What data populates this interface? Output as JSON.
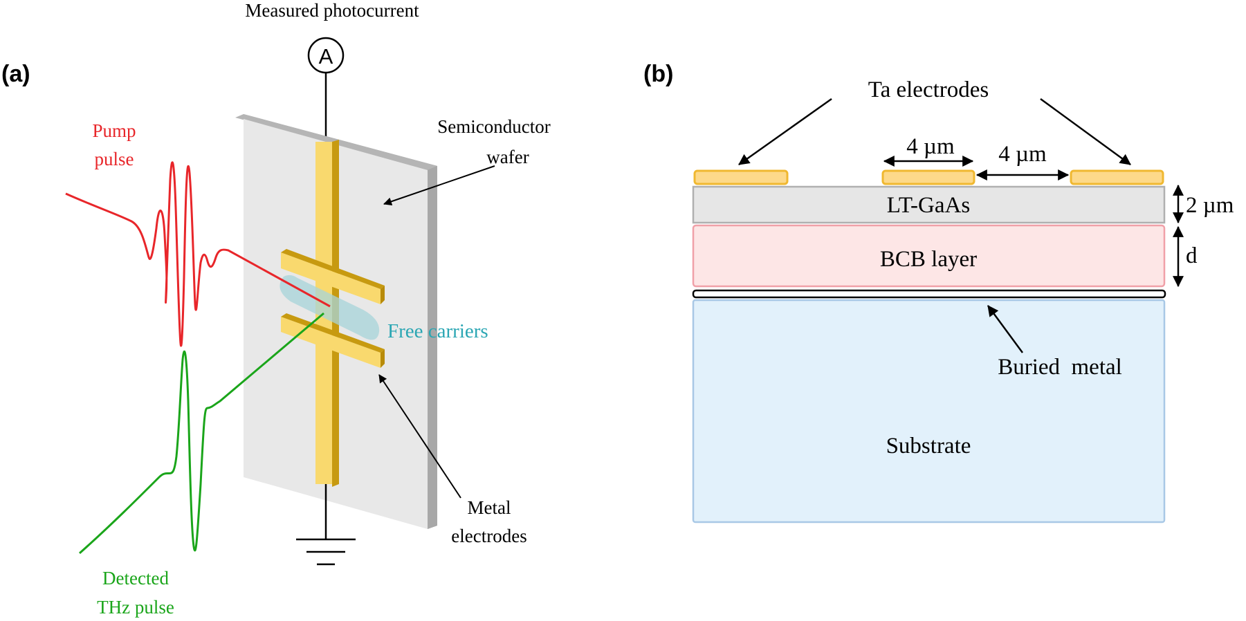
{
  "panel_a": {
    "label": "(a)",
    "measured_photocurrent": "Measured photocurrent",
    "ammeter_symbol": "A",
    "pump_pulse_line1": "Pump",
    "pump_pulse_line2": "pulse",
    "wafer_line1": "Semiconductor",
    "wafer_line2": "wafer",
    "free_carriers": "Free carriers",
    "metal_line1": "Metal",
    "metal_line2": "electrodes",
    "thz_line1": "Detected",
    "thz_line2": "THz pulse",
    "colors": {
      "pump": "#e8262a",
      "thz": "#1aa51a",
      "carriers_text": "#2aa6b3",
      "gold": "#f9d96e",
      "gold_dark": "#c79a10"
    }
  },
  "panel_b": {
    "label": "(b)",
    "ta_electrodes": "Ta electrodes",
    "width_dim": "4 µm",
    "gap_dim": "4 µm",
    "ltgaas": "LT-GaAs",
    "ltgaas_thickness": "2 µm",
    "bcb": "BCB layer",
    "bcb_thickness": "d",
    "buried_metal": "Buried  metal",
    "substrate": "Substrate",
    "colors": {
      "electrode_fill": "#fdd98a",
      "electrode_stroke": "#f0b830",
      "ltgaas_fill": "#e6e6e6",
      "bcb_fill": "#fde6e6",
      "bcb_stroke": "#f0a0a8",
      "substrate_fill": "#e2f1fb",
      "substrate_stroke": "#a8c8e6"
    }
  }
}
